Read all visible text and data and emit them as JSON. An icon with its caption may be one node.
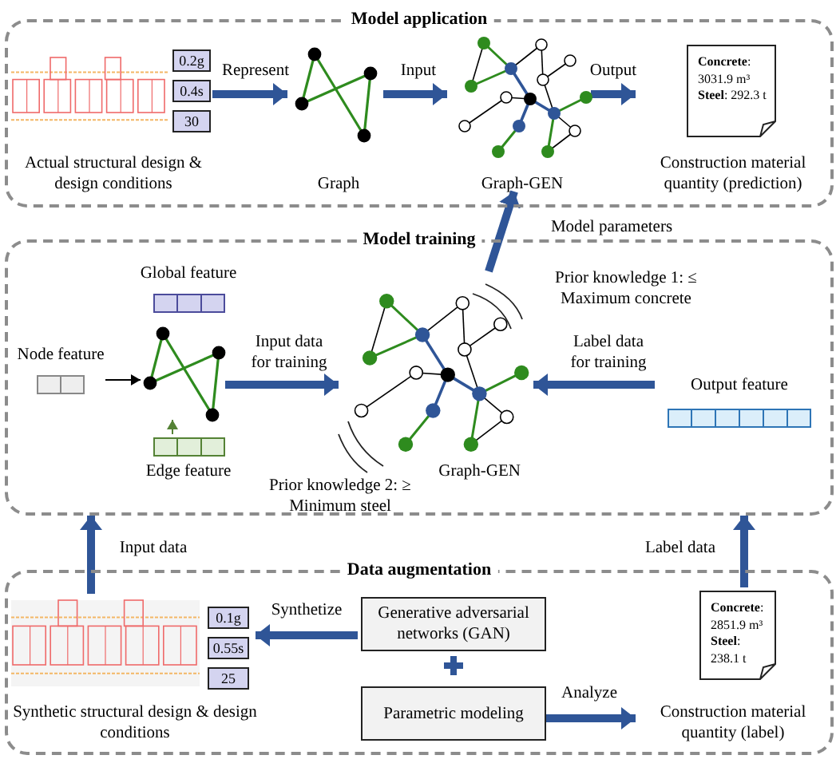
{
  "diagram": {
    "nodes": [
      {
        "text": [
          "Model application"
        ]
      },
      {
        "text": [
          "Actual structural design & design conditions"
        ],
        "in": 0
      },
      {
        "text": [
          "0.2g"
        ],
        "in": 0
      },
      {
        "text": [
          "0.4s"
        ],
        "in": 0
      },
      {
        "text": [
          "30"
        ],
        "in": 0
      },
      {
        "text": [
          "Graph"
        ],
        "in": 0
      },
      {
        "text": [
          "Graph-GEN"
        ],
        "in": 0
      },
      {
        "text": [
          "Construction material quantity (prediction)"
        ],
        "in": 0
      },
      {
        "text": [
          "**Concrete**: 3031.9 m³",
          "**Steel**: 292.3 t"
        ],
        "in": 7
      },
      {
        "text": [
          "Model training"
        ]
      },
      {
        "text": [
          "Global feature"
        ],
        "in": 9
      },
      {
        "text": [
          "Node feature"
        ],
        "in": 9
      },
      {
        "text": [],
        "shape": "picture",
        "in": 9
      },
      {
        "text": [
          "Edge feature"
        ],
        "in": 9
      },
      {
        "text": [
          "Graph-GEN"
        ],
        "in": 9
      },
      {
        "text": [
          "Output feature"
        ],
        "in": 9
      },
      {
        "text": [
          "Data augmentation"
        ]
      },
      {
        "text": [
          "Synthetic structural design & design conditions"
        ],
        "in": 16
      },
      {
        "text": [
          "0.1g"
        ],
        "in": 16
      },
      {
        "text": [
          "0.55s"
        ],
        "in": 16
      },
      {
        "text": [
          "25"
        ],
        "in": 16
      },
      {
        "text": [
          "Generative adversarial networks (GAN)"
        ],
        "in": 16
      },
      {
        "text": [
          "Parametric modeling"
        ],
        "in": 16
      },
      {
        "text": [
          "Construction material quantity (label)"
        ],
        "in": 16
      },
      {
        "text": [
          "**Concrete**: 2851.9 m³",
          "**Steel**: 238.1 t"
        ],
        "in": 23
      }
    ],
    "edges": [
      {
        "from": 1,
        "to": 5,
        "label": "Represent",
        "arrow": "to"
      },
      {
        "from": 5,
        "to": 6,
        "label": "Input",
        "arrow": "to"
      },
      {
        "from": 6,
        "to": 7,
        "label": "Output",
        "arrow": "to"
      },
      {
        "from": 12,
        "to": 14,
        "label": "Input data for training",
        "arrow": "to"
      },
      {
        "from": 15,
        "to": 14,
        "label": "Label data for training",
        "arrow": "to"
      },
      {
        "from": 14,
        "to": 6,
        "label": "Model parameters",
        "arrow": "to"
      },
      {
        "from": 11,
        "to": 12,
        "arrow": "to",
        "color": "#000000"
      },
      {
        "from": 13,
        "to": 12,
        "arrow": "to",
        "color": "#548235"
      },
      {
        "from": 21,
        "to": 17,
        "label": "Synthetize",
        "arrow": "to"
      },
      {
        "from": 22,
        "to": 23,
        "label": "Analyze",
        "arrow": "to"
      },
      {
        "from": 17,
        "to": 9,
        "label": "Input data",
        "arrow": "to"
      },
      {
        "from": 24,
        "to": 9,
        "label": "Label data",
        "arrow": "to"
      }
    ],
    "labels": [
      "Prior knowledge 1: ≤ Maximum concrete",
      "Prior knowledge 2: ≥ Minimum steel"
    ]
  }
}
